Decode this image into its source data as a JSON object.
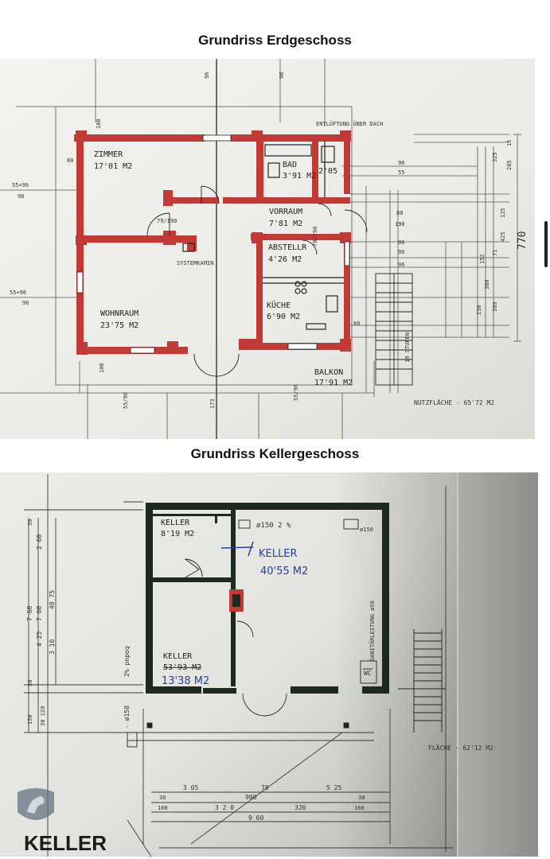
{
  "ground_floor": {
    "title": "Grundriss Erdgeschoss",
    "rooms": {
      "zimmer": "ZIMMER",
      "zimmer_area": "17'01 M2",
      "bad": "BAD",
      "bad_area": "3'91 M2",
      "wc_area": "2'05",
      "vorraum": "VORRAUM",
      "vorraum_area": "7'81 M2",
      "abstell": "ABSTELLR",
      "abstell_area": "4'26 M2",
      "kueche": "KÜCHE",
      "kueche_area": "6'90 M2",
      "wohnraum": "WOHNRAUM",
      "wohnraum_area": "23'75 M2",
      "balkon": "BALKON",
      "balkon_area": "17'91 M2"
    },
    "notes": {
      "ventilation": "ENTLÜFTUNG ÜBER DACH",
      "kamin": "SYSTEMKAMIN",
      "nutzflaeche": "NUTZFLÄCHE - 65'72 M2",
      "stair": "19 STUFEN"
    },
    "dims": {
      "total_height": "770",
      "left_1": "55+96",
      "left_1b": "96",
      "left_2": "55+96",
      "left_2b": "96",
      "door_1": "79/190",
      "door_2": "70/190",
      "top_96a": "96",
      "top_96b": "96",
      "top_100": "100",
      "bottom_173": "173",
      "bottom_5596": "55/96",
      "bottom_5596b": "55/96",
      "r_96": "96",
      "r_55": "55",
      "r_80": "80",
      "r_190": "190",
      "r_96b": "96",
      "r_96c": "96",
      "r_96d": "96",
      "left_80": "80",
      "bottom_100": "100",
      "right_80": "80",
      "c_152": "152",
      "c_309": "309",
      "c_380": "380",
      "c_230": "230",
      "c_71": "71",
      "c_125": "125",
      "c_205": "205",
      "c_15": "15",
      "c_325": "325",
      "c_425": "425"
    }
  },
  "basement": {
    "title": "Grundriss Kellergeschoss",
    "rooms": {
      "keller_1": "KELLER",
      "keller_1_area": "8'19 M2",
      "keller_main": "KELLER",
      "keller_main_area": "40'55 M2",
      "keller_2": "KELLER",
      "keller_2_area_old": "53'93 M2",
      "keller_2_area": "13'38 M2",
      "wc": "WC"
    },
    "notes": {
      "pipe": "ø150  2 %",
      "pipe_right": "ø150",
      "slope": "2% pnpoq",
      "sanitary": "SANITÄRLEITUNG ø50",
      "flaeche": "FLÄCHE - 62'12 M2",
      "pipe_low": "- ø150",
      "watermark": "KELLER"
    },
    "dims": {
      "v_760": "7 60",
      "v_700": "7 00",
      "v_425": "4 25",
      "v_310": "3 10",
      "v_260": "2 60",
      "v_275": "40 75",
      "v_30": "30",
      "v_30b": "30",
      "v_150": "150",
      "v_120": "30 120",
      "h_305": "3 05",
      "h_70": "70",
      "h_525": "5 25",
      "h_900": "900",
      "h_30a": "30",
      "h_30b": "30",
      "h_160": "160",
      "h_320": "3 2 0",
      "h_320b": "320",
      "h_160b": "160",
      "h_960": "9 60"
    }
  },
  "colors": {
    "wall_red": "#c23a36",
    "wall_dark": "#1e2a1e",
    "paper": "#e7e8e4",
    "ink_blue": "#2a3f9a"
  }
}
